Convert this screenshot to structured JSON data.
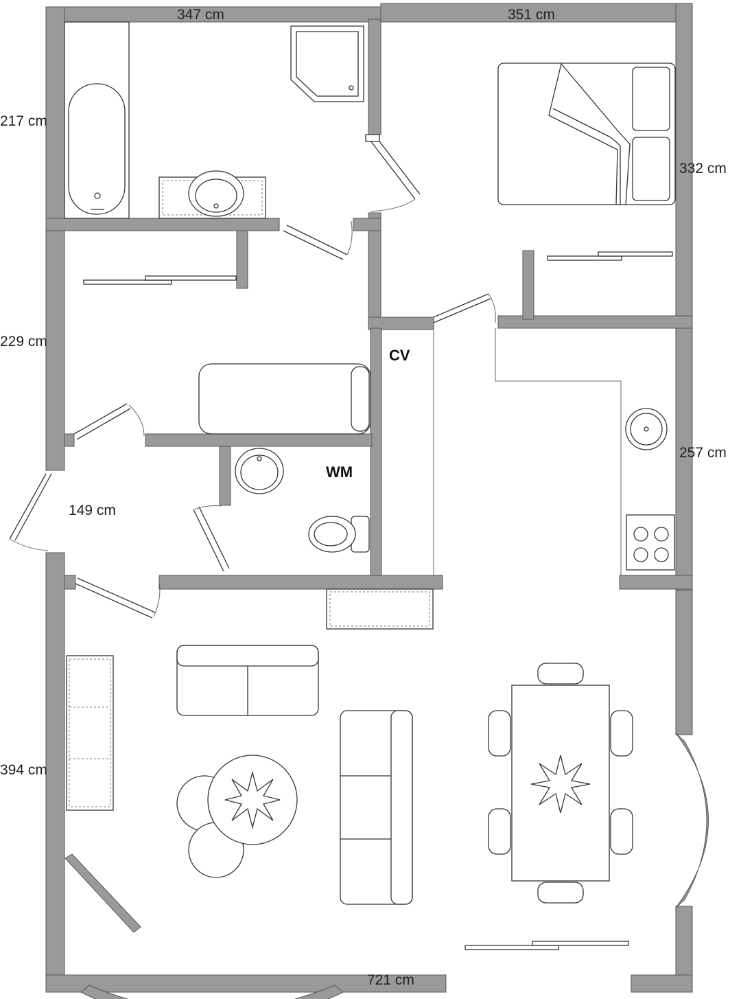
{
  "dimensions": {
    "top_left": "347 cm",
    "top_right": "351 cm",
    "left_upper": "217 cm",
    "right_upper": "332 cm",
    "left_middle": "229 cm",
    "right_middle": "257 cm",
    "hall": "149 cm",
    "left_lower": "394 cm",
    "bottom": "721 cm"
  },
  "labels": {
    "cv": "CV",
    "wm": "WM"
  }
}
